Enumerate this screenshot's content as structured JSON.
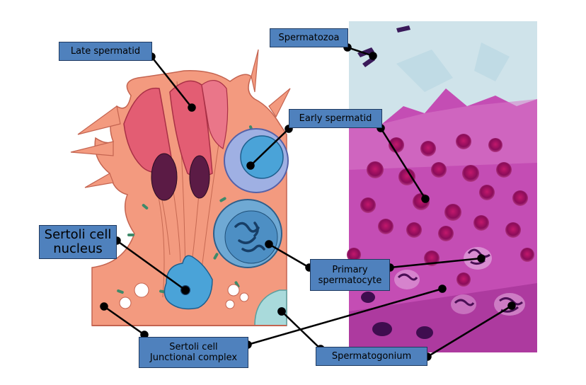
{
  "labels": {
    "late_spermatid": "Late spermatid",
    "spermatozoa": "Spermatozoa",
    "early_spermatid": "Early spermatid",
    "sertoli_nucleus": "Sertoli cell\nnucleus",
    "primary_spermatocyte": "Primary\nspermatocyte",
    "sertoli_junctional": "Sertoli cell\nJunctional complex",
    "spermatogonium": "Spermatogonium"
  },
  "colors": {
    "label_fill": "#4f81bd",
    "leader_line": "#000000",
    "cytoplasm": "#f39a7f",
    "spermatid_head": "#e35d73",
    "nucleus_blue": "#4aa3d8",
    "histology_bg": "#c33fb3"
  }
}
